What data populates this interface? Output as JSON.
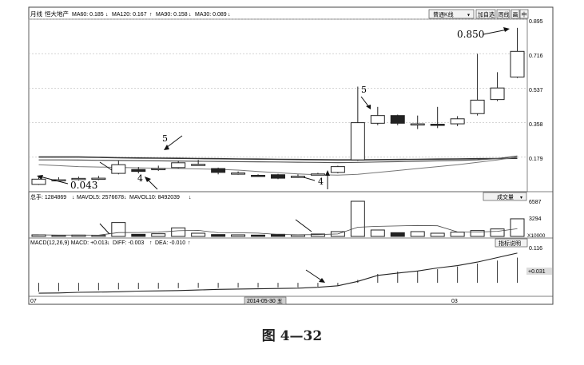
{
  "window": {
    "period": "月线",
    "stock_name": "恒大地产",
    "ma_readout": [
      "MA60: 0.185",
      "MA120: 0.167",
      "MA90: 0.158",
      "MA30: 0.089"
    ],
    "ma_arrows": [
      "↓",
      "↑",
      "↓",
      "↓"
    ],
    "chart_type_select": "普通K线",
    "btn_add": "加自选",
    "btn_weekly": "周线",
    "btn_draw": "画",
    "btn_max": "中"
  },
  "price_axis": [
    "0.895",
    "0.716",
    "0.537",
    "0.358",
    "0.179"
  ],
  "price_panel": {
    "ylim": [
      0.0,
      0.895
    ],
    "annotation_high": "0.850",
    "annotation_low": "0.043",
    "wave_labels": [
      "5",
      "4",
      "5",
      "4"
    ]
  },
  "volume_panel": {
    "readout": [
      "总手: 1284869",
      "MAVOL5: 2576678",
      "MAVOL10: 8492039"
    ],
    "readout_arrows": [
      "↓",
      "↓",
      "↓"
    ],
    "selector": "成交量",
    "axis": [
      "6587",
      "3294",
      "X10000"
    ]
  },
  "macd_panel": {
    "readout": [
      "MACD(12,26,9) MACD: +0.013",
      "DIFF: -0.003",
      "DEA: -0.010"
    ],
    "readout_arrows": [
      "↓",
      "↑",
      "↑"
    ],
    "button": "指标说明",
    "axis": [
      "0.116",
      "+0.031"
    ]
  },
  "date_axis": {
    "left": "07",
    "cursor": "2014-05-30 五",
    "right": "03"
  },
  "caption": "图 4—32",
  "chart_data": {
    "type": "candlestick",
    "ylim": [
      0.0,
      0.895
    ],
    "candles": [
      {
        "o": 0.038,
        "c": 0.065,
        "h": 0.075,
        "l": 0.035
      },
      {
        "o": 0.06,
        "c": 0.062,
        "h": 0.075,
        "l": 0.052
      },
      {
        "o": 0.065,
        "c": 0.069,
        "h": 0.078,
        "l": 0.058
      },
      {
        "o": 0.068,
        "c": 0.07,
        "h": 0.082,
        "l": 0.06
      },
      {
        "o": 0.095,
        "c": 0.14,
        "h": 0.16,
        "l": 0.09
      },
      {
        "o": 0.115,
        "c": 0.105,
        "h": 0.128,
        "l": 0.095
      },
      {
        "o": 0.115,
        "c": 0.12,
        "h": 0.135,
        "l": 0.108
      },
      {
        "o": 0.125,
        "c": 0.15,
        "h": 0.16,
        "l": 0.12
      },
      {
        "o": 0.14,
        "c": 0.142,
        "h": 0.165,
        "l": 0.135
      },
      {
        "o": 0.12,
        "c": 0.1,
        "h": 0.125,
        "l": 0.09
      },
      {
        "o": 0.095,
        "c": 0.097,
        "h": 0.105,
        "l": 0.088
      },
      {
        "o": 0.085,
        "c": 0.083,
        "h": 0.09,
        "l": 0.078
      },
      {
        "o": 0.088,
        "c": 0.07,
        "h": 0.092,
        "l": 0.065
      },
      {
        "o": 0.078,
        "c": 0.08,
        "h": 0.09,
        "l": 0.072
      },
      {
        "o": 0.09,
        "c": 0.092,
        "h": 0.098,
        "l": 0.085
      },
      {
        "o": 0.1,
        "c": 0.13,
        "h": 0.135,
        "l": 0.095
      },
      {
        "o": 0.165,
        "c": 0.358,
        "h": 0.545,
        "l": 0.16
      },
      {
        "o": 0.355,
        "c": 0.395,
        "h": 0.44,
        "l": 0.345
      },
      {
        "o": 0.395,
        "c": 0.355,
        "h": 0.4,
        "l": 0.345
      },
      {
        "o": 0.35,
        "c": 0.352,
        "h": 0.395,
        "l": 0.325
      },
      {
        "o": 0.35,
        "c": 0.348,
        "h": 0.44,
        "l": 0.33
      },
      {
        "o": 0.352,
        "c": 0.378,
        "h": 0.392,
        "l": 0.34
      },
      {
        "o": 0.405,
        "c": 0.475,
        "h": 0.715,
        "l": 0.395
      },
      {
        "o": 0.478,
        "c": 0.538,
        "h": 0.62,
        "l": 0.47
      },
      {
        "o": 0.595,
        "c": 0.728,
        "h": 0.85,
        "l": 0.59
      }
    ],
    "ma_series": [
      {
        "values": [
          0.18,
          0.18,
          0.18,
          0.178,
          0.176,
          0.175,
          0.174,
          0.173,
          0.172,
          0.171,
          0.17,
          0.169,
          0.168,
          0.167,
          0.166,
          0.165,
          0.165,
          0.166,
          0.167,
          0.168,
          0.169,
          0.17,
          0.171,
          0.172,
          0.173
        ]
      },
      {
        "values": [
          0.165,
          0.165,
          0.164,
          0.163,
          0.162,
          0.161,
          0.16,
          0.159,
          0.158,
          0.157,
          0.156,
          0.155,
          0.154,
          0.153,
          0.152,
          0.151,
          0.152,
          0.154,
          0.156,
          0.158,
          0.16,
          0.162,
          0.165,
          0.172,
          0.185
        ]
      },
      {
        "values": [
          0.14,
          0.135,
          0.13,
          0.128,
          0.126,
          0.124,
          0.122,
          0.12,
          0.118,
          0.116,
          0.112,
          0.105,
          0.098,
          0.092,
          0.088,
          0.086,
          0.09,
          0.1,
          0.11,
          0.12,
          0.13,
          0.14,
          0.152,
          0.165,
          0.18
        ]
      }
    ],
    "volume": {
      "ylim": [
        0,
        6587
      ],
      "values": [
        300,
        200,
        250,
        220,
        2600,
        400,
        500,
        1600,
        600,
        350,
        300,
        250,
        400,
        300,
        450,
        900,
        6587,
        1200,
        700,
        900,
        600,
        800,
        1100,
        1400,
        3300
      ],
      "down": [
        false,
        false,
        false,
        false,
        false,
        true,
        false,
        false,
        false,
        true,
        false,
        true,
        true,
        false,
        false,
        false,
        false,
        false,
        true,
        false,
        false,
        false,
        false,
        false,
        false
      ]
    },
    "macd": {
      "ylim": [
        -0.04,
        0.116
      ],
      "hist": [
        -0.03,
        -0.028,
        -0.027,
        -0.025,
        -0.022,
        -0.021,
        -0.02,
        -0.018,
        -0.017,
        -0.017,
        -0.016,
        -0.016,
        -0.015,
        -0.015,
        -0.013,
        -0.01,
        0.01,
        0.03,
        0.038,
        0.04,
        0.046,
        0.055,
        0.065,
        0.075,
        0.085
      ],
      "line": [
        -0.035,
        -0.034,
        -0.032,
        -0.031,
        -0.03,
        -0.028,
        -0.027,
        -0.026,
        -0.024,
        -0.022,
        -0.021,
        -0.02,
        -0.019,
        -0.018,
        -0.015,
        -0.01,
        0.005,
        0.025,
        0.033,
        0.04,
        0.05,
        0.058,
        0.07,
        0.085,
        0.1
      ]
    }
  }
}
